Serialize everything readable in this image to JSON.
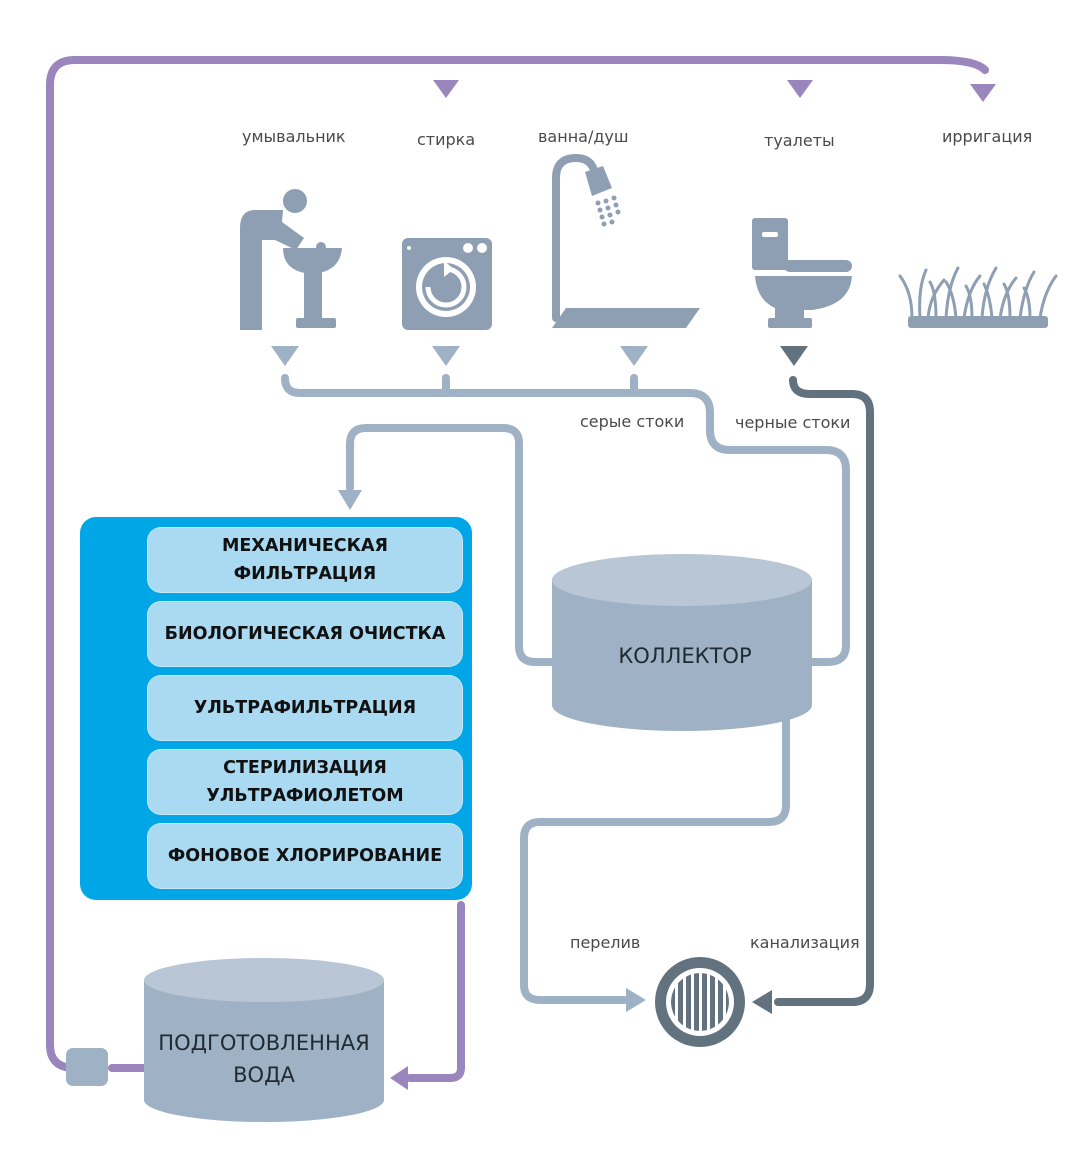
{
  "sources": [
    {
      "id": "sink",
      "label": "умывальник",
      "icon": "sink-person-icon"
    },
    {
      "id": "laundry",
      "label": "стирка",
      "icon": "washing-machine-icon"
    },
    {
      "id": "shower",
      "label": "ванна/душ",
      "icon": "shower-icon"
    },
    {
      "id": "toilets",
      "label": "туалеты",
      "icon": "toilet-icon"
    },
    {
      "id": "irrigation",
      "label": "ирригация",
      "icon": "grass-icon"
    }
  ],
  "flows": {
    "grey": "серые стоки",
    "black": "черные стоки",
    "overflow": "перелив",
    "sewer": "канализация"
  },
  "treatment_stages": [
    "МЕХАНИЧЕСКАЯ\nФИЛЬТРАЦИЯ",
    "БИОЛОГИЧЕСКАЯ ОЧИСТКА",
    "УЛЬТРАФИЛЬТРАЦИЯ",
    "СТЕРИЛИЗАЦИЯ\nУЛЬТРАФИОЛЕТОМ",
    "ФОНОВОЕ ХЛОРИРОВАНИЕ"
  ],
  "tanks": {
    "collector": "КОЛЛЕКТОР",
    "treated": "ПОДГОТОВЛЕННАЯ\nВОДА"
  },
  "colors": {
    "pipe_grey": "#9fb1c4",
    "pipe_black": "#63727f",
    "pipe_purple": "#9b85bd",
    "icon_grey": "#8e9fb3",
    "tank": "#9fb1c4",
    "tank_top": "#b8c6d5",
    "treatment_frame": "#00a6e6",
    "treatment_stage": "#a9daf2"
  }
}
